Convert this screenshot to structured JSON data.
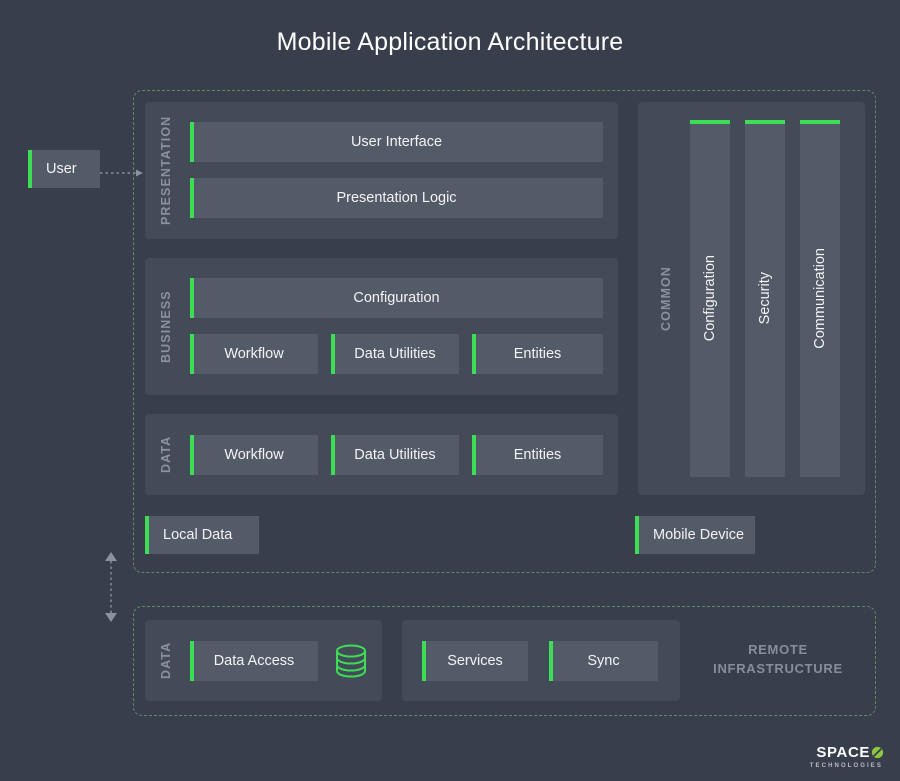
{
  "title": "Mobile Application Architecture",
  "colors": {
    "background": "#383e4c",
    "panel": "#434a58",
    "box": "#545b68",
    "accent_green": "#3ddd55",
    "dashed_border": "#5d8a63",
    "muted_text": "#8b919d"
  },
  "actor": {
    "label": "User",
    "arrow_icon": "dotted-arrow-right-icon"
  },
  "mobile_region": {
    "sync_arrow_icon": "vertical-double-arrow-icon",
    "layers": [
      {
        "label": "PRESENTATION",
        "rows": [
          {
            "items": [
              {
                "label": "User Interface"
              }
            ]
          },
          {
            "items": [
              {
                "label": "Presentation Logic"
              }
            ]
          }
        ]
      },
      {
        "label": "BUSINESS",
        "rows": [
          {
            "items": [
              {
                "label": "Configuration"
              }
            ]
          },
          {
            "items": [
              {
                "label": "Workflow"
              },
              {
                "label": "Data Utilities"
              },
              {
                "label": "Entities"
              }
            ]
          }
        ]
      },
      {
        "label": "DATA",
        "rows": [
          {
            "items": [
              {
                "label": "Workflow"
              },
              {
                "label": "Data Utilities"
              },
              {
                "label": "Entities"
              }
            ]
          }
        ]
      }
    ],
    "local_data": {
      "label": "Local Data"
    },
    "mobile_device": {
      "label": "Mobile Device"
    },
    "common": {
      "label": "COMMON",
      "columns": [
        {
          "label": "Configuration"
        },
        {
          "label": "Security"
        },
        {
          "label": "Communication"
        }
      ]
    }
  },
  "remote_region": {
    "caption_line1": "REMOTE",
    "caption_line2": "INFRASTRUCTURE",
    "data_group": {
      "label": "DATA",
      "items": [
        {
          "label": "Data Access"
        }
      ],
      "database_icon": "database-cylinder-icon"
    },
    "services_group": {
      "items": [
        {
          "label": "Services"
        },
        {
          "label": "Sync"
        }
      ]
    }
  },
  "logo": {
    "name": "SPACE",
    "mark_icon": "slashed-circle-icon",
    "tagline": "TECHNOLOGIES"
  }
}
